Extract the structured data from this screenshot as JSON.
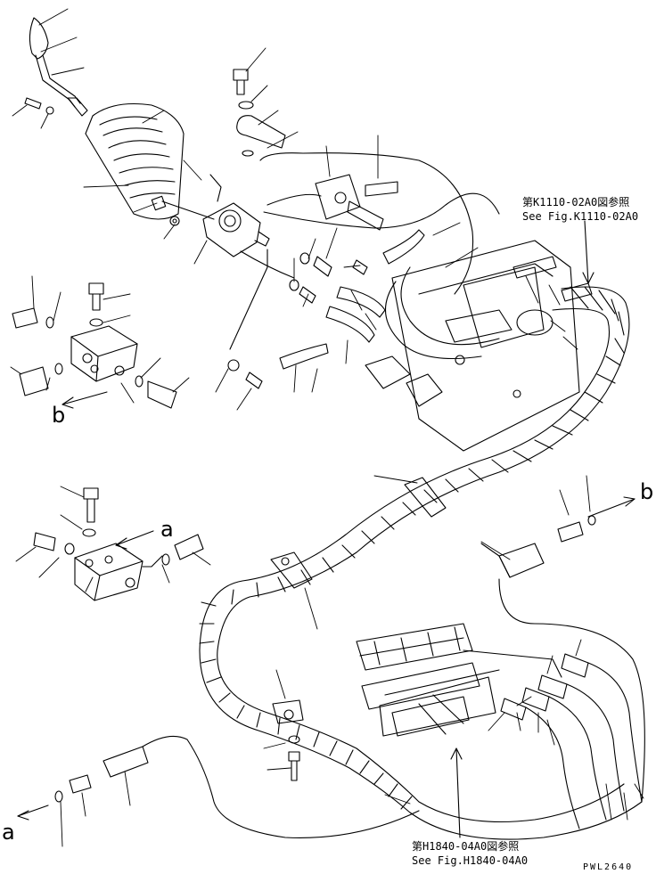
{
  "refs": {
    "top_right": {
      "jp": "第K1110-02A0図参照",
      "en": "See Fig.K1110-02A0"
    },
    "bottom": {
      "jp": "第H1840-04A0図参照",
      "en": "See Fig.H1840-04A0"
    }
  },
  "letters": {
    "b1": "b",
    "b2": "b",
    "a1": "a",
    "a2": "a"
  },
  "drawing_code": "PWL2640"
}
